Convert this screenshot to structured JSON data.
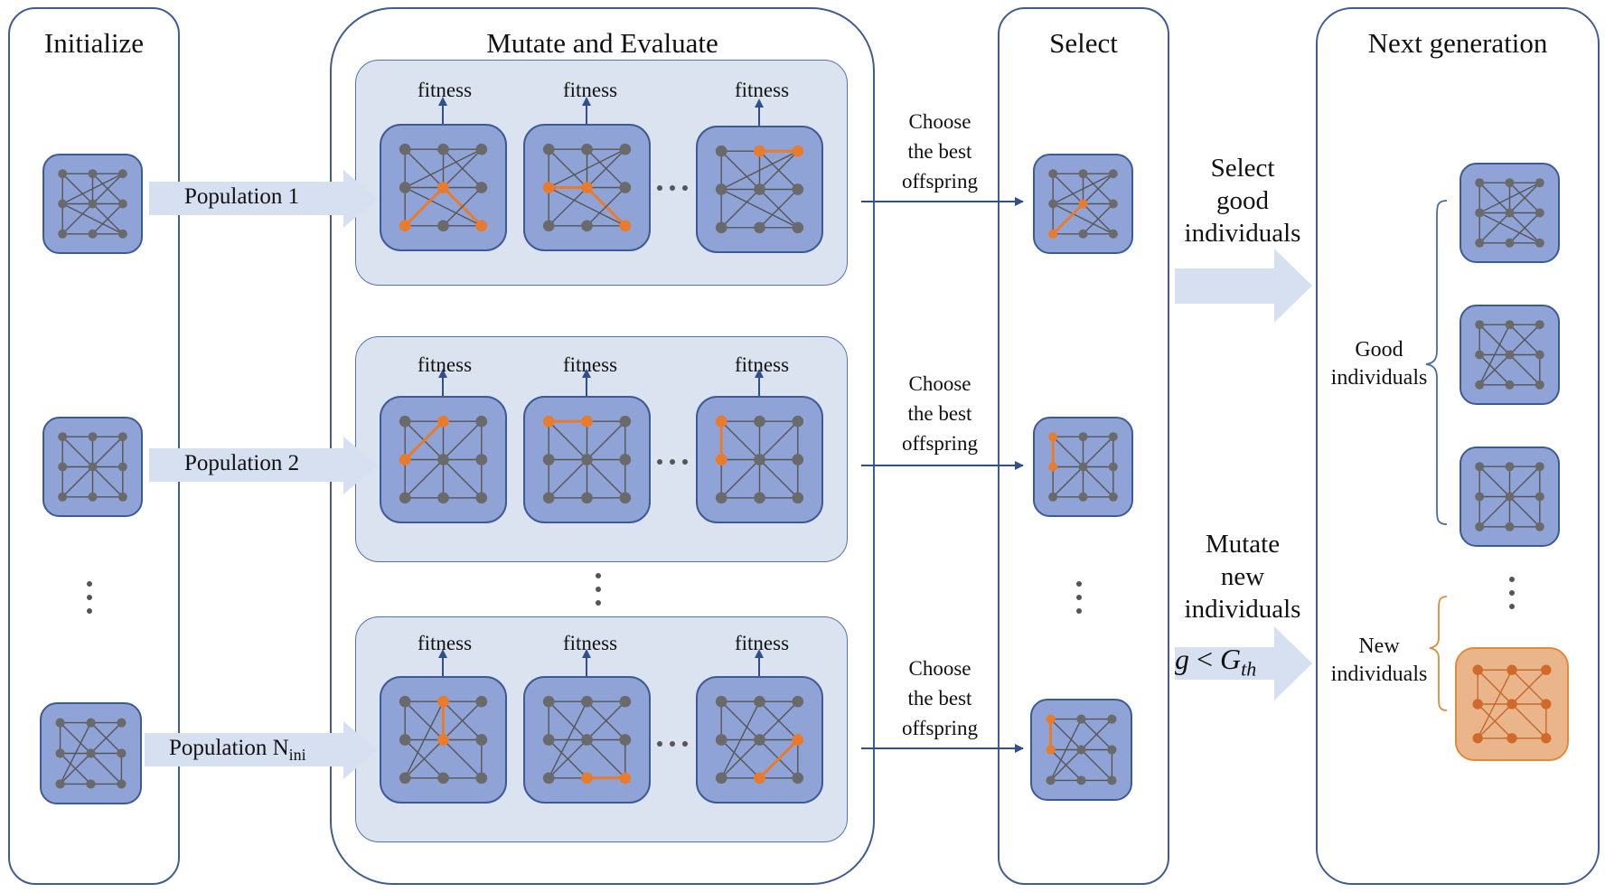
{
  "panels": {
    "initialize": "Initialize",
    "mutate_evaluate": "Mutate and Evaluate",
    "select": "Select",
    "next_generation": "Next generation"
  },
  "populations": [
    {
      "label": "Population  1",
      "subscript": ""
    },
    {
      "label": "Population  2",
      "subscript": ""
    },
    {
      "label": "Population  N",
      "subscript": "ini"
    }
  ],
  "fitness_label": "fitness",
  "choose_best": [
    "Choose",
    "the best",
    "offspring"
  ],
  "select_good": [
    "Select",
    "good",
    "individuals"
  ],
  "mutate_new": [
    "Mutate",
    "new",
    "individuals"
  ],
  "condition": {
    "g": "g",
    "op": "<",
    "G": "G",
    "sub": "th"
  },
  "good_individuals": [
    "Good",
    "individuals"
  ],
  "new_individuals": [
    "New",
    "individuals"
  ],
  "colors": {
    "panel_border": "#3f5d8e",
    "group_fill": "#dbe3f1",
    "tile_fill": "#8fa3d6",
    "tile_border": "#3c5a96",
    "node": "#6a6a6a",
    "edge": "#555555",
    "highlight": "#e87b2c",
    "new_tile_fill": "#ebb58c",
    "new_tile_border": "#e08a3c",
    "arrow_fill": "#d6e0f1",
    "thin_arrow": "#2f4f8f"
  }
}
